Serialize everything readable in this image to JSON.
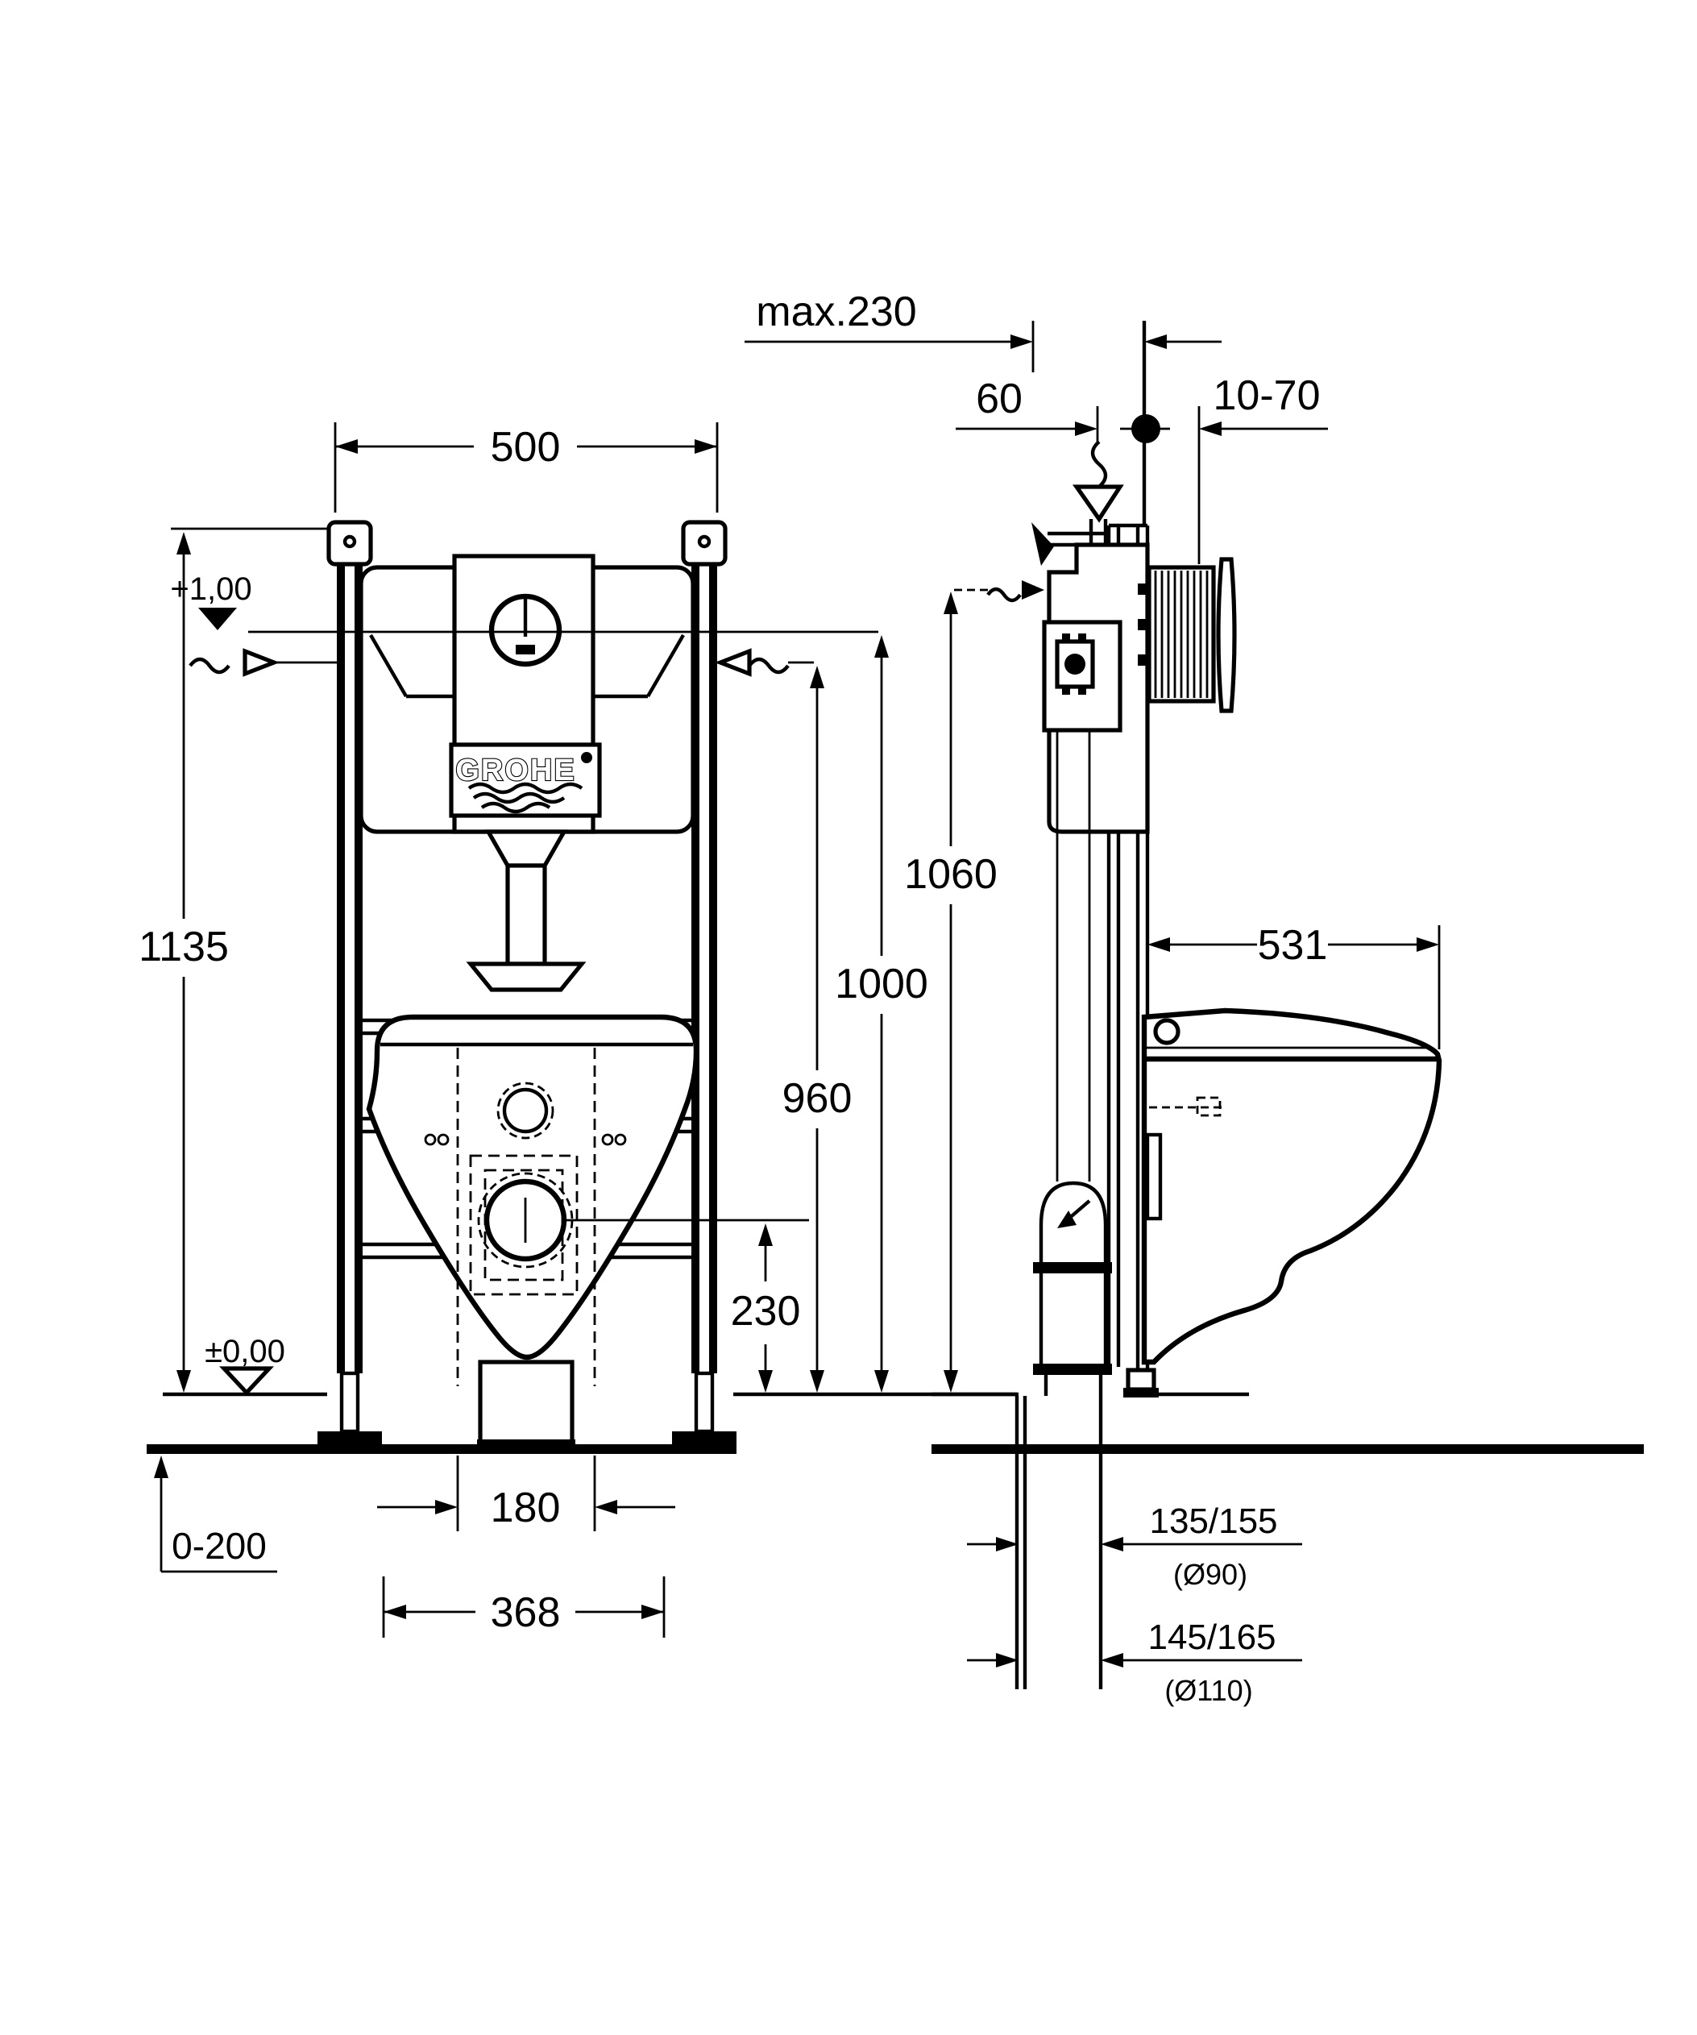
{
  "drawing": {
    "brand": "GROHE",
    "front": {
      "width": "500",
      "height": "1135",
      "upper_level": "+1,00",
      "floor_level": "±0,00",
      "foot_adjust": "0-200",
      "outlet_spacing": "180",
      "base_width": "368",
      "outlet_height": "230",
      "supply_height": "960",
      "level_height": "1000",
      "pipe_height": "1060"
    },
    "side": {
      "max_depth": "max.230",
      "flush_offset": "60",
      "finish_thickness": "10-70",
      "bowl_depth": "531",
      "drain_offset_90": "135/155",
      "drain_dia_90": "(Ø90)",
      "drain_offset_110": "145/165",
      "drain_dia_110": "(Ø110)"
    },
    "colors": {
      "line": "#000000",
      "background": "#ffffff"
    }
  }
}
